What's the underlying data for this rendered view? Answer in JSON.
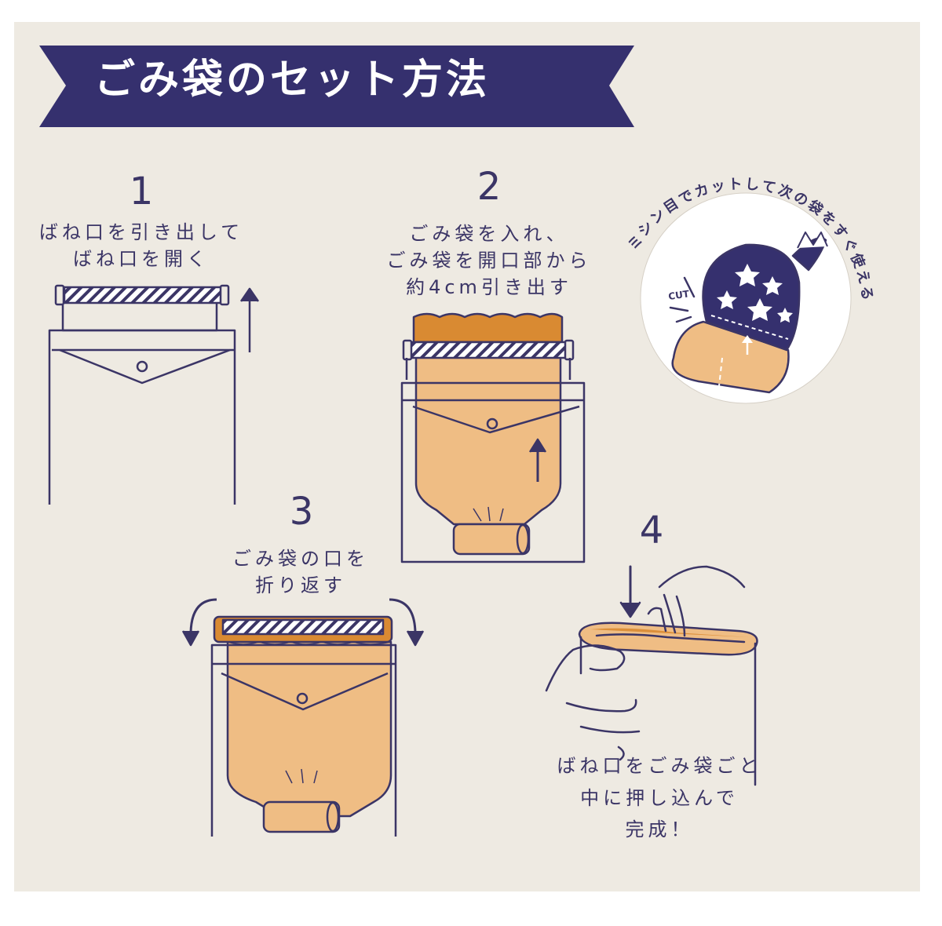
{
  "title": "ごみ袋のセット方法",
  "steps": [
    {
      "number": "1",
      "lines": [
        "ばね口を引き出して",
        "ばね口を開く"
      ]
    },
    {
      "number": "2",
      "lines": [
        "ごみ袋を入れ、",
        "ごみ袋を開口部から",
        "約4cm引き出す"
      ]
    },
    {
      "number": "3",
      "lines": [
        "ごみ袋の口を",
        "折り返す"
      ]
    },
    {
      "number": "4",
      "lines": [
        "ばね口をごみ袋ごと",
        "中に押し込んで",
        "完成！"
      ]
    }
  ],
  "tip": {
    "arc_text": "ミシン目でカットして次の袋をすぐ使える",
    "cut_label": "CUT"
  },
  "colors": {
    "background": "#eeeae2",
    "banner": "#35306e",
    "line": "#3b3566",
    "bag": "#efbd84",
    "bag_dark": "#d98a32"
  }
}
